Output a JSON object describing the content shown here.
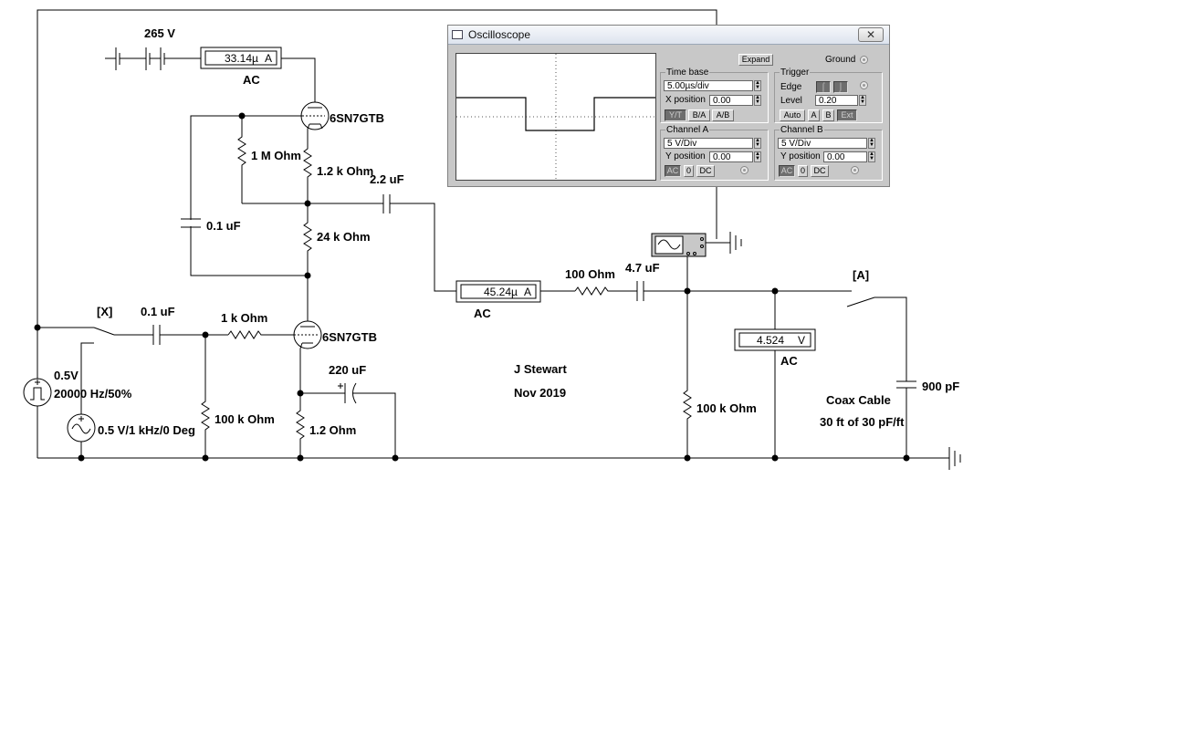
{
  "schematic": {
    "battery_voltage": "265 V",
    "ammeter_top": {
      "reading": "33.14µ",
      "unit": "A",
      "mode": "AC"
    },
    "ammeter_mid": {
      "reading": "45.24µ",
      "unit": "A",
      "mode": "AC"
    },
    "voltmeter": {
      "reading": "4.524",
      "unit": "V",
      "mode": "AC"
    },
    "tube_upper": "6SN7GTB",
    "tube_lower": "6SN7GTB",
    "r_1m": "1 M Ohm",
    "r_1k2": "1.2 k Ohm",
    "c_2u2": "2.2 uF",
    "c_0u1_fb": "0.1 uF",
    "r_24k": "24 k Ohm",
    "switch_x": "[X]",
    "c_0u1_in": "0.1 uF",
    "r_1k": "1 k Ohm",
    "src_square_amp": "0.5V",
    "src_square_freq": "20000 Hz/50%",
    "src_sine": "0.5 V/1 kHz/0 Deg",
    "r_100k_grid": "100 k Ohm",
    "c_220u": "220 uF",
    "r_1r2": "1.2  Ohm",
    "r_100": "100  Ohm",
    "c_4u7": "4.7 uF",
    "r_100k_load": "100 k Ohm",
    "switch_a": "[A]",
    "c_900p": "900 pF",
    "coax_line1": "Coax Cable",
    "coax_line2": "30 ft of 30 pF/ft",
    "author": "J Stewart",
    "date": "Nov 2019"
  },
  "oscilloscope": {
    "title": "Oscilloscope",
    "close": "✕",
    "expand_label": "Expand",
    "ground_label": "Ground",
    "timebase": {
      "title": "Time base",
      "scale": "5.00µs/div",
      "xpos_label": "X position",
      "xpos": "0.00",
      "modes": [
        "Y/T",
        "B/A",
        "A/B"
      ],
      "active_mode": "Y/T"
    },
    "trigger": {
      "title": "Trigger",
      "edge_label": "Edge",
      "level_label": "Level",
      "level": "0.20",
      "buttons": [
        "Auto",
        "A",
        "B",
        "Ext"
      ]
    },
    "channel_a": {
      "title": "Channel A",
      "scale": "5  V/Div",
      "ypos_label": "Y position",
      "ypos": "0.00",
      "coupling": [
        "AC",
        "0",
        "DC"
      ],
      "active": "AC"
    },
    "channel_b": {
      "title": "Channel B",
      "scale": "5  V/Div",
      "ypos_label": "Y position",
      "ypos": "0.00",
      "coupling": [
        "AC",
        "0",
        "DC"
      ],
      "active": "AC"
    }
  }
}
